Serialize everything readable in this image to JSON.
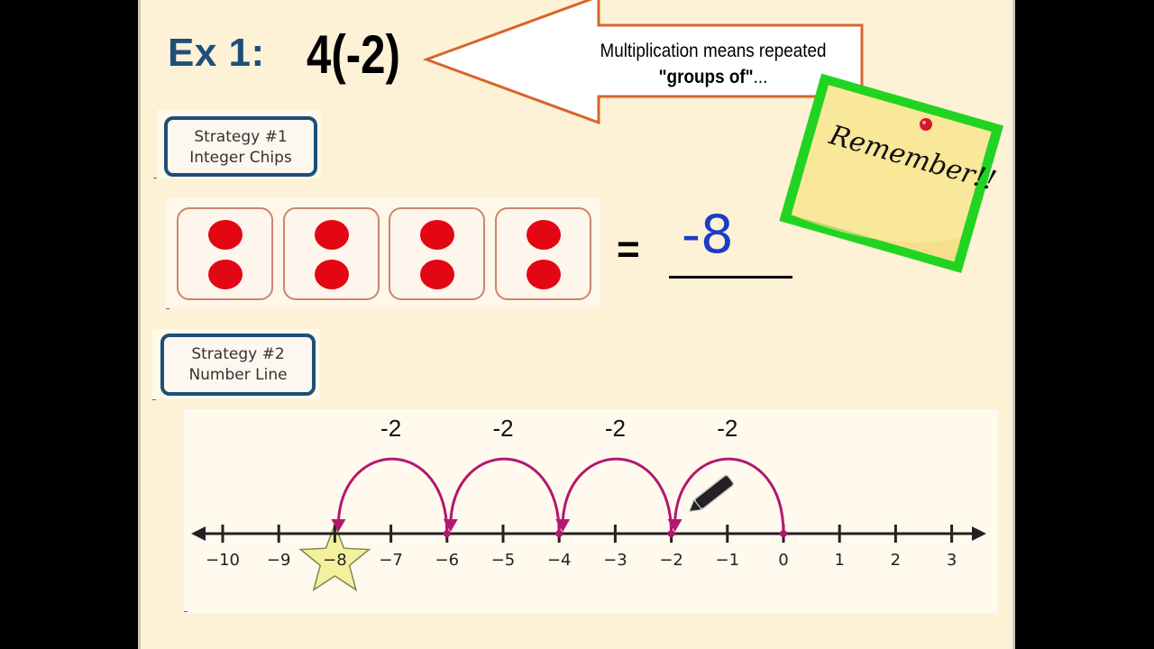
{
  "example": {
    "label": "Ex 1:",
    "expression": "4(-2)"
  },
  "callout": {
    "line1": "Multiplication means repeated",
    "line2_bold": "\"groups of\"",
    "line2_tail": "..."
  },
  "sticky_note": {
    "text": "Remember!!"
  },
  "strategy1": {
    "line1": "Strategy #1",
    "line2": "Integer Chips"
  },
  "strategy2": {
    "line1": "Strategy #2",
    "line2": "Number Line"
  },
  "chips": {
    "groups": 4,
    "chips_per_group": 2,
    "chip_color": "#e30613"
  },
  "equation": {
    "equals": "=",
    "answer": "-8",
    "answer_color": "#1a3cc8"
  },
  "number_line": {
    "ticks": [
      "−10",
      "−9",
      "−8",
      "−7",
      "−6",
      "−5",
      "−4",
      "−3",
      "−2",
      "−1",
      "0",
      "1",
      "2",
      "3"
    ],
    "tick_values": [
      -10,
      -9,
      -8,
      -7,
      -6,
      -5,
      -4,
      -3,
      -2,
      -1,
      0,
      1,
      2,
      3
    ],
    "jumps": [
      {
        "from": 0,
        "to": -2,
        "label": "-2"
      },
      {
        "from": -2,
        "to": -4,
        "label": "-2"
      },
      {
        "from": -4,
        "to": -6,
        "label": "-2"
      },
      {
        "from": -6,
        "to": -8,
        "label": "-2"
      }
    ],
    "highlight_value": -8,
    "arc_color": "#b5166f",
    "star_color": "#f5f0a0"
  }
}
